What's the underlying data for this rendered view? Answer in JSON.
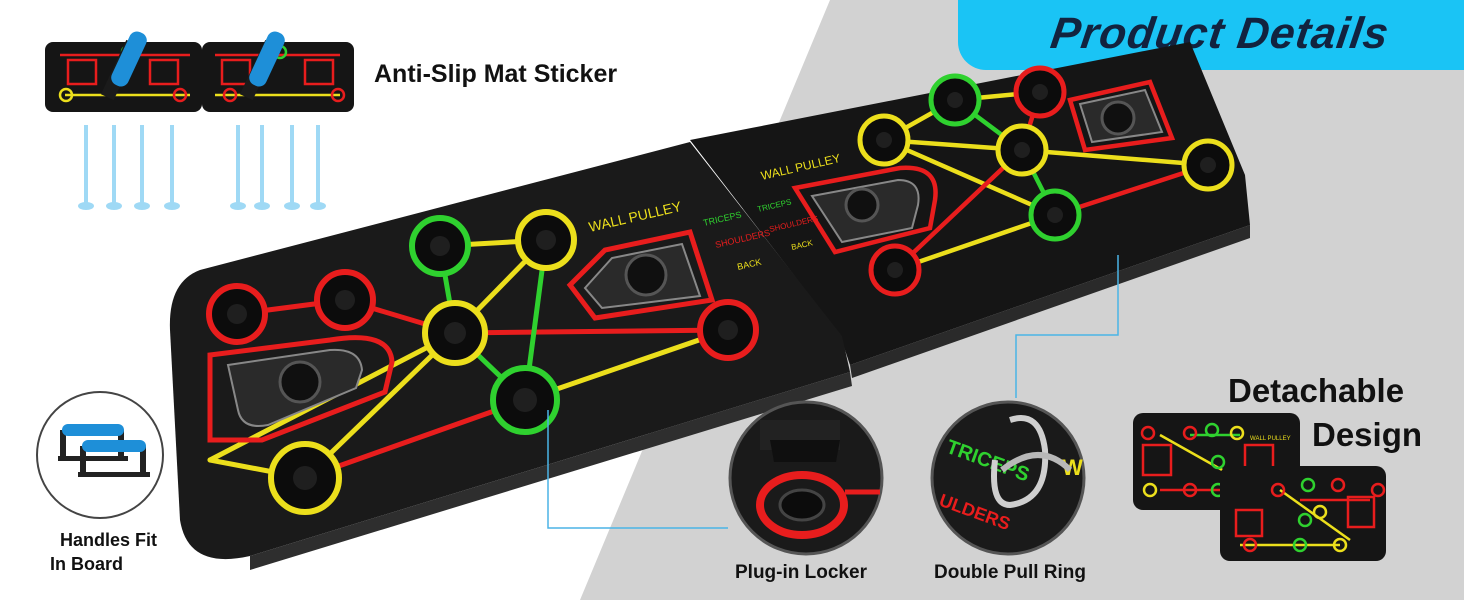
{
  "header": {
    "banner_title": "Product Details"
  },
  "features": {
    "anti_slip": "Anti-Slip Mat Sticker",
    "handles_line1": "Handles Fit",
    "handles_line2": "In Board",
    "plug_in": "Plug-in Locker",
    "pull_ring": "Double Pull Ring",
    "detachable_line1": "Detachable",
    "detachable_line2": "Design"
  },
  "board": {
    "left_panel": {
      "title": "WALL PULLEY",
      "legend": [
        "TRICEPS",
        "SHOULDERS",
        "BACK"
      ]
    },
    "right_panel": {
      "title": "WALL PULLEY",
      "legend": [
        "TRICEPS",
        "SHOULDERS",
        "BACK"
      ]
    }
  },
  "colors": {
    "banner": "#1ac4f5",
    "banner_text": "#12233f",
    "board": "#1b1b1b",
    "red": "#e81d1d",
    "yellow": "#ecdf1c",
    "green": "#2fd12f",
    "callout_line": "#4bb4e6",
    "handle_blue": "#1e8fd8"
  }
}
